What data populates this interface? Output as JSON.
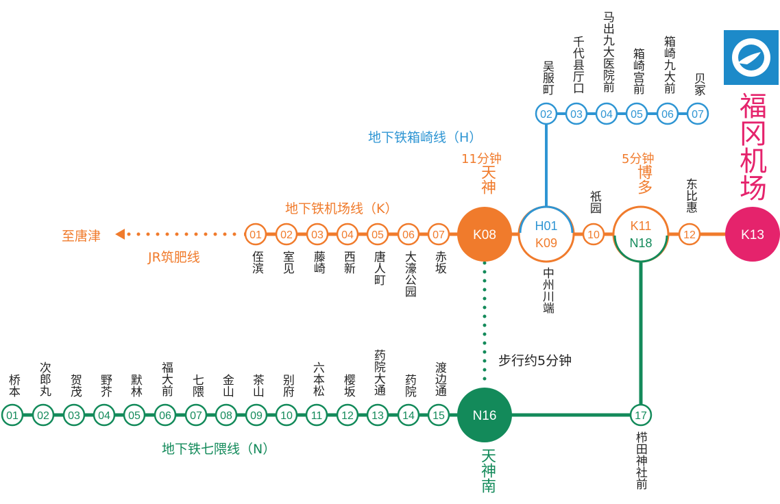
{
  "colors": {
    "orange": "#F07B2C",
    "blue": "#2E95D3",
    "green": "#138A5A",
    "magenta": "#E5236C",
    "logo_bg": "#1D8AC9"
  },
  "icons": {
    "airport_logo": "airport-plane-logo-icon",
    "arrow": "arrow-left-icon"
  },
  "airport": {
    "name": "福冈机场",
    "code": "K13"
  },
  "k_line": {
    "title": "地下铁机场线（K）",
    "extension_dest": "至唐津",
    "extension_line": "JR筑肥线",
    "stations": [
      {
        "code": "01",
        "name": "侄滨"
      },
      {
        "code": "02",
        "name": "室见"
      },
      {
        "code": "03",
        "name": "藤崎"
      },
      {
        "code": "04",
        "name": "西新"
      },
      {
        "code": "05",
        "name": "唐人町"
      },
      {
        "code": "06",
        "name": "大濠公园"
      },
      {
        "code": "07",
        "name": "赤坂"
      }
    ],
    "tenjin": {
      "code": "K08",
      "name": "天神",
      "time": "11分钟"
    },
    "nakasu": {
      "code_h": "H01",
      "code_k": "K09",
      "name": "中州川端"
    },
    "gion": {
      "code": "10",
      "name": "祇园"
    },
    "hakata": {
      "code_k": "K11",
      "code_n": "N18",
      "name": "博多",
      "time": "5分钟"
    },
    "higashihie": {
      "code": "12",
      "name": "东比惠"
    }
  },
  "h_line": {
    "title": "地下铁箱崎线（H）",
    "stations": [
      {
        "code": "02",
        "name": "吴服町"
      },
      {
        "code": "03",
        "name": "千代县厅口"
      },
      {
        "code": "04",
        "name": "马出九大医院前"
      },
      {
        "code": "05",
        "name": "箱崎宫前"
      },
      {
        "code": "06",
        "name": "箱崎九大前"
      },
      {
        "code": "07",
        "name": "贝冢"
      }
    ]
  },
  "n_line": {
    "title": "地下铁七隈线（N）",
    "stations": [
      {
        "code": "01",
        "name": "桥本"
      },
      {
        "code": "02",
        "name": "次郎丸"
      },
      {
        "code": "03",
        "name": "贺茂"
      },
      {
        "code": "04",
        "name": "野芥"
      },
      {
        "code": "05",
        "name": "默林"
      },
      {
        "code": "06",
        "name": "福大前"
      },
      {
        "code": "07",
        "name": "七隈"
      },
      {
        "code": "08",
        "name": "金山"
      },
      {
        "code": "09",
        "name": "茶山"
      },
      {
        "code": "10",
        "name": "别府"
      },
      {
        "code": "11",
        "name": "六本松"
      },
      {
        "code": "12",
        "name": "樱坂"
      },
      {
        "code": "13",
        "name": "药院大通"
      },
      {
        "code": "14",
        "name": "药院"
      },
      {
        "code": "15",
        "name": "渡边通"
      }
    ],
    "tenjinminami": {
      "code": "N16",
      "name": "天神南"
    },
    "kushida": {
      "code": "17",
      "name": "栉田神社前"
    }
  },
  "walk": {
    "label": "步行约5分钟"
  }
}
